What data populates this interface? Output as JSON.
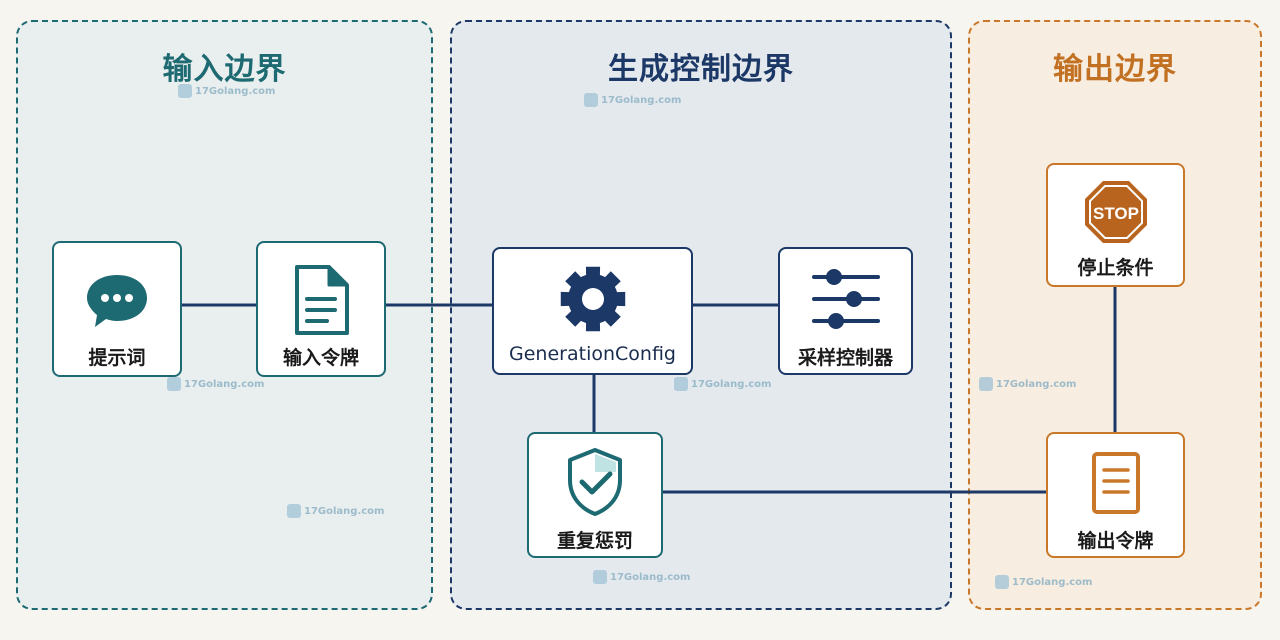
{
  "regions": {
    "input": {
      "title": "输入边界"
    },
    "gen": {
      "title": "生成控制边界"
    },
    "output": {
      "title": "输出边界"
    }
  },
  "nodes": {
    "prompt": {
      "label": "提示词",
      "icon": "chat-bubble-icon"
    },
    "input_tokens": {
      "label": "输入令牌",
      "icon": "document-icon"
    },
    "gen_config": {
      "label": "GenerationConfig",
      "icon": "gear-icon"
    },
    "sampler": {
      "label": "采样控制器",
      "icon": "sliders-icon"
    },
    "penalty": {
      "label": "重复惩罚",
      "icon": "shield-check-icon"
    },
    "stop": {
      "label": "停止条件",
      "icon": "stop-sign-icon",
      "sign_text": "STOP"
    },
    "output_tokens": {
      "label": "输出令牌",
      "icon": "document-icon"
    }
  },
  "watermark": {
    "text": "17Golang.com"
  },
  "colors": {
    "teal": "#1e6a72",
    "navy": "#1b3866",
    "orange": "#c9782a",
    "line": "#1b3866"
  }
}
